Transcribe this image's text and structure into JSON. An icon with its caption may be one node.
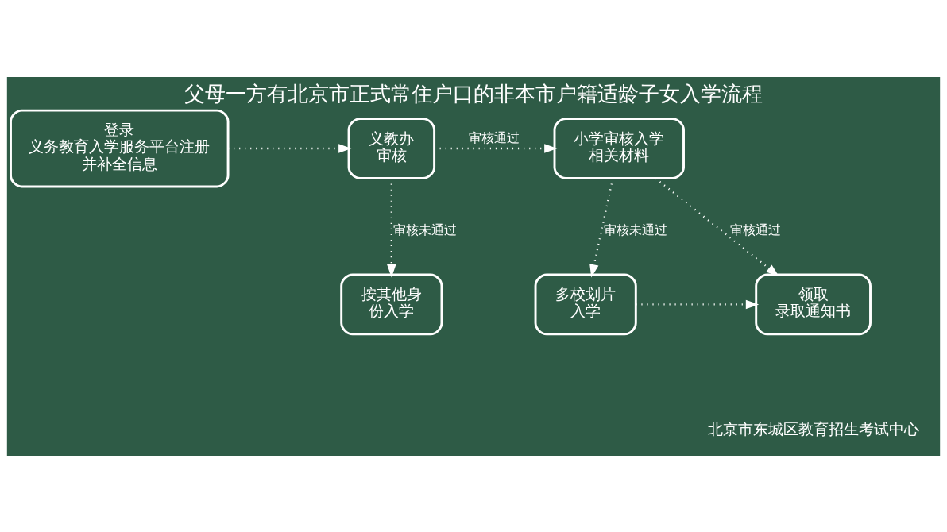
{
  "diagram": {
    "title": "父母一方有北京市正式常住户口的非本市户籍适龄子女入学流程",
    "nodes": [
      {
        "text": [
          "登录义务教育入学服务平台注册并补全信息"
        ]
      },
      {
        "text": [
          "义教办审核"
        ]
      },
      {
        "text": [
          "小学审核入学相关材料"
        ]
      },
      {
        "text": [
          "按其他身份入学"
        ]
      },
      {
        "text": [
          "多校划片入学"
        ]
      },
      {
        "text": [
          "领取录取通知书"
        ]
      }
    ],
    "edges": [
      {
        "from": 0,
        "to": 1,
        "arrow": "to",
        "style": "dashed"
      },
      {
        "from": 1,
        "to": 2,
        "arrow": "to",
        "label": "审核通过",
        "style": "dashed"
      },
      {
        "from": 1,
        "to": 3,
        "arrow": "to",
        "label": "审核未通过",
        "style": "dashed"
      },
      {
        "from": 2,
        "to": 4,
        "arrow": "to",
        "label": "审核未通过",
        "style": "dashed"
      },
      {
        "from": 2,
        "to": 5,
        "arrow": "to",
        "label": "审核通过",
        "style": "dashed"
      },
      {
        "from": 4,
        "to": 5,
        "arrow": "to",
        "style": "dashed"
      }
    ],
    "labels": [
      "北京市东城区教育招生考试中心"
    ]
  }
}
